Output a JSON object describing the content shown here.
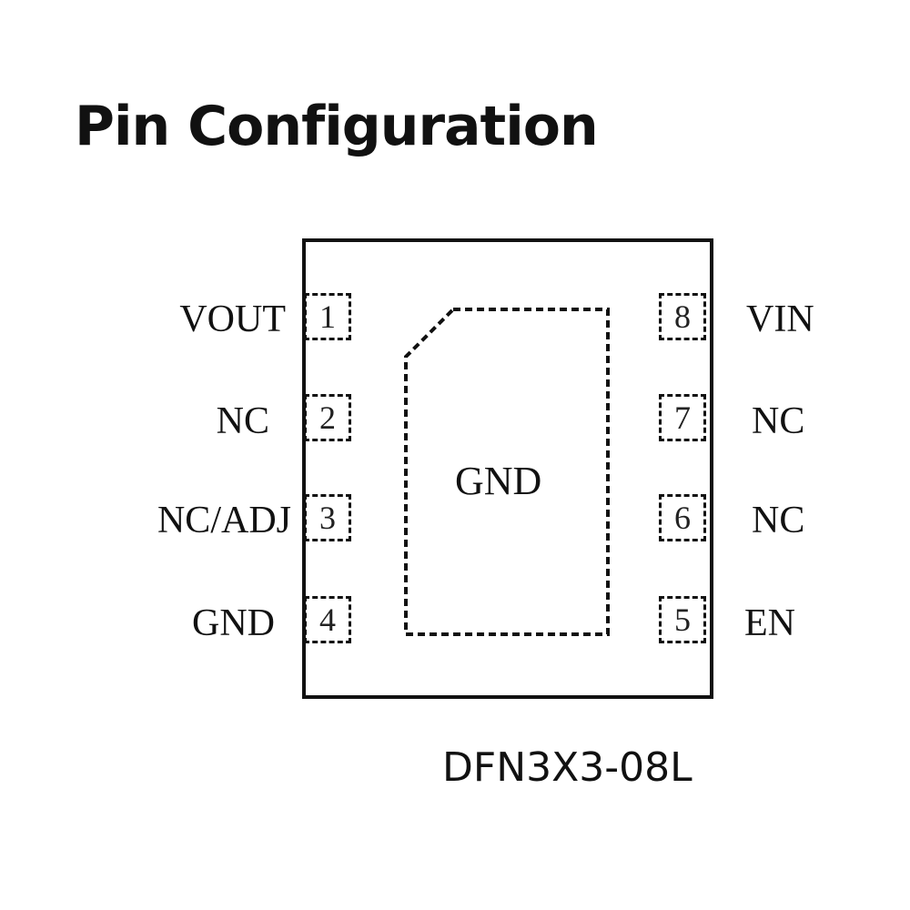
{
  "title": "Pin Configuration",
  "package_name": "DFN3X3-08L",
  "exposed_pad_label": "GND",
  "left_pins": [
    {
      "number": "1",
      "name": "VOUT"
    },
    {
      "number": "2",
      "name": "NC"
    },
    {
      "number": "3",
      "name": "NC/ADJ"
    },
    {
      "number": "4",
      "name": "GND"
    }
  ],
  "right_pins": [
    {
      "number": "8",
      "name": "VIN"
    },
    {
      "number": "7",
      "name": "NC"
    },
    {
      "number": "6",
      "name": "NC"
    },
    {
      "number": "5",
      "name": "EN"
    }
  ]
}
